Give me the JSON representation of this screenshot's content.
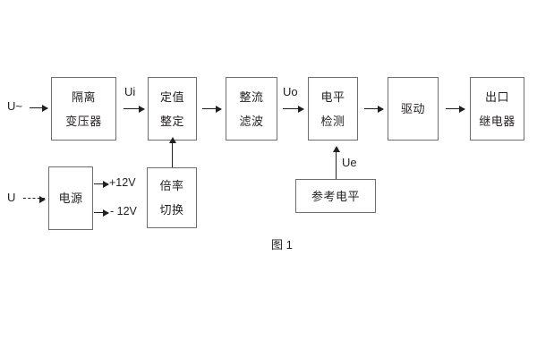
{
  "figure": {
    "caption": "图 1",
    "stroke_color": "#6d6e71",
    "text_color": "#231f20",
    "background": "#ffffff"
  },
  "main_chain": [
    {
      "id": "isolation-transformer",
      "lines": [
        "隔离",
        "变压器"
      ]
    },
    {
      "id": "setpoint-setting",
      "lines": [
        "定值",
        "整定"
      ]
    },
    {
      "id": "rectify-filter",
      "lines": [
        "整流",
        "滤波"
      ]
    },
    {
      "id": "level-detection",
      "lines": [
        "电平",
        "检测"
      ]
    },
    {
      "id": "drive",
      "lines": [
        "驱动"
      ]
    },
    {
      "id": "output-relay",
      "lines": [
        "出口",
        "继电器"
      ]
    }
  ],
  "support_blocks": [
    {
      "id": "power-supply",
      "lines": [
        "电源"
      ]
    },
    {
      "id": "ratio-switching",
      "lines": [
        "倍率",
        "切换"
      ]
    },
    {
      "id": "reference-level",
      "lines": [
        "参考电平"
      ]
    }
  ],
  "signal_labels": {
    "ac_input": "U~",
    "dc_input": "U",
    "ui": "Ui",
    "uo": "Uo",
    "ue": "Ue",
    "rail_positive": "+12V",
    "rail_negative": "- 12V"
  }
}
